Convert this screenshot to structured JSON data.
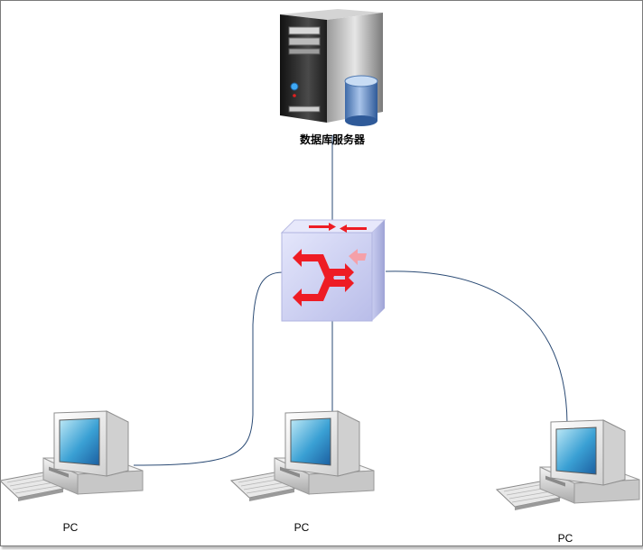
{
  "nodes": {
    "server": {
      "label": "数据库服务器",
      "icon": "database-server-icon"
    },
    "switch": {
      "label": "",
      "icon": "network-switch-icon"
    },
    "pc_left": {
      "label": "PC",
      "icon": "desktop-pc-icon"
    },
    "pc_middle": {
      "label": "PC",
      "icon": "desktop-pc-icon"
    },
    "pc_right": {
      "label": "PC",
      "icon": "desktop-pc-icon"
    }
  },
  "connections": [
    {
      "from": "server",
      "to": "switch"
    },
    {
      "from": "switch",
      "to": "pc_left"
    },
    {
      "from": "switch",
      "to": "pc_middle"
    },
    {
      "from": "switch",
      "to": "pc_right"
    }
  ],
  "colors": {
    "link": "#2a4a74",
    "switch_arrows": "#ee1c24",
    "switch_body": "#d8dcf5",
    "server_body": "#2c2c2c",
    "db_cylinder": "#5b85c0"
  }
}
